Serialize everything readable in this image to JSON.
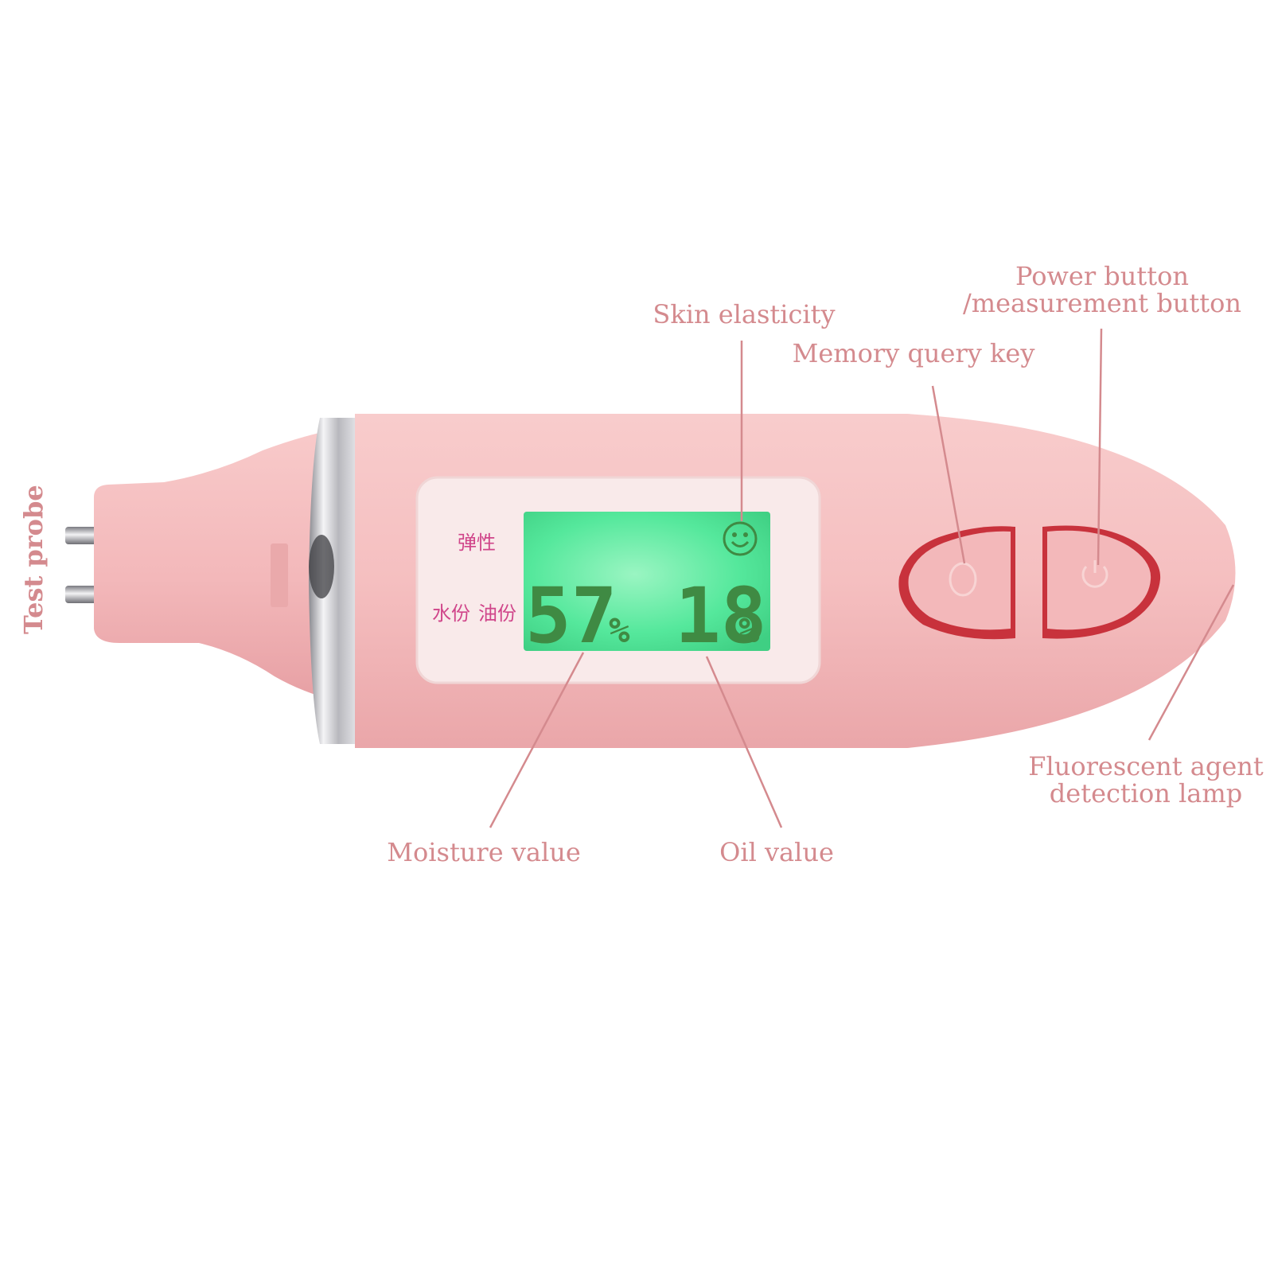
{
  "colors": {
    "accent": "#d48a8e",
    "body": "#f6c2c2",
    "body_shade": "#e8a6a8",
    "lcd_green": "#4fe89a",
    "lcd_digits": "#3f8a43",
    "button_red": "#c8323c",
    "chrome": "#c9c9cc"
  },
  "device": {
    "elasticity_label": "弹性",
    "moisture_label": "水份",
    "oil_label": "油份",
    "moisture_reading": "57",
    "oil_reading": "18",
    "percent_symbol": "%",
    "smiley_icon": "smiley-icon",
    "memory_button_icon": "circle-outline-icon",
    "power_button_icon": "power-icon"
  },
  "callouts": {
    "test_probe": "Test probe",
    "skin_elasticity": "Skin elasticity",
    "memory_query_key": "Memory query key",
    "power_button_line1": "Power button",
    "power_button_line2": "/measurement button",
    "fluorescent_line1": "Fluorescent agent",
    "fluorescent_line2": "detection lamp",
    "moisture_value": "Moisture value",
    "oil_value": "Oil value"
  }
}
